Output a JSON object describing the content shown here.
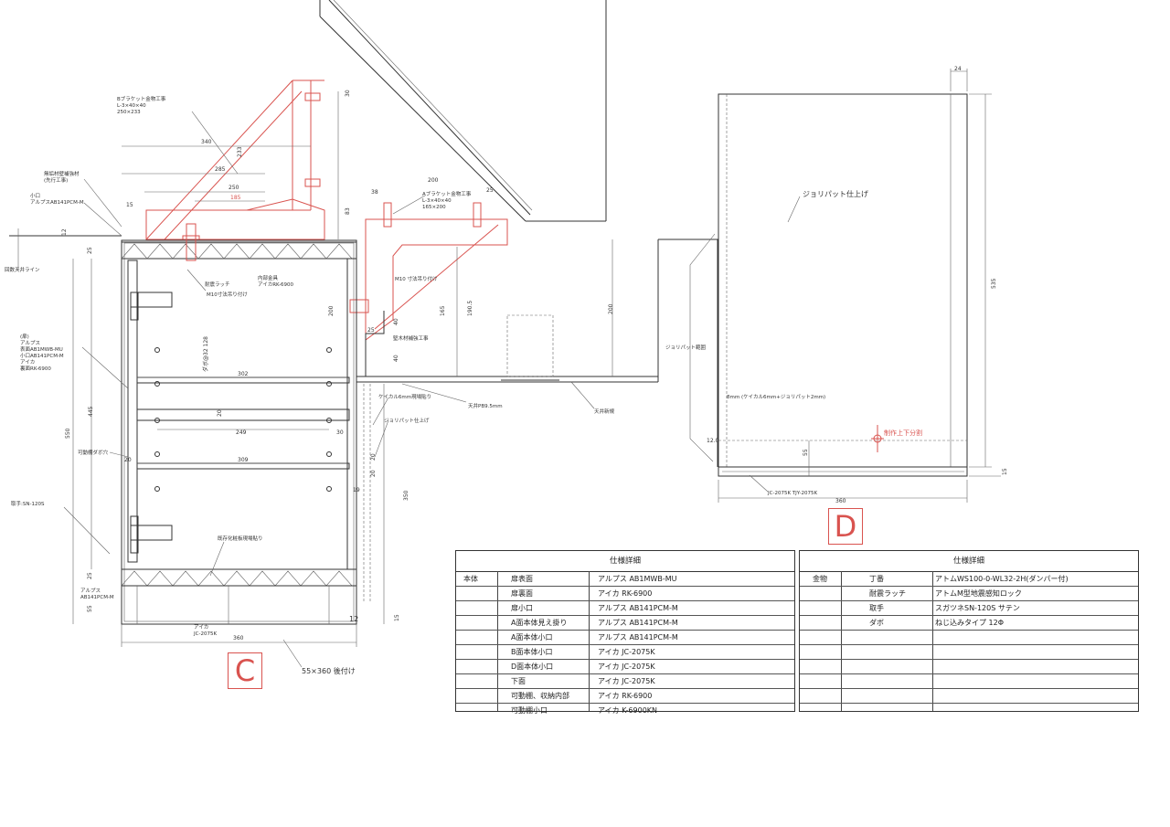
{
  "drawing_c": {
    "dims": {
      "d340": "340",
      "d285": "285",
      "d250": "250",
      "d185": "185",
      "d233": "233",
      "d30a": "30",
      "d83": "83",
      "d200a": "200",
      "d38": "38",
      "d25": "25",
      "d15": "15",
      "d12a": "12",
      "d25a": "25",
      "d200b": "200",
      "d165": "165",
      "d190": "190.5",
      "d40a": "40",
      "d40b": "40",
      "d25b": "25",
      "d200c": "200",
      "d302": "302",
      "d20a": "20",
      "d249": "249",
      "d30b": "30",
      "d309": "309",
      "d20b": "20",
      "d20c": "20",
      "d19": "19",
      "d20d": "20",
      "d550": "550",
      "d445": "445",
      "d350": "350",
      "d25c": "25",
      "d55": "55",
      "d12b": "12",
      "d15b": "15",
      "d360": "360",
      "d128": "ダボ@32 128"
    },
    "labels": {
      "bracket_b": [
        "Bブラケット金物工事",
        "L-3×40×40",
        "250×233"
      ],
      "bracket_a": [
        "Aブラケット金物工事",
        "L-3×40×40",
        "165×200"
      ],
      "no_base": [
        "無垢材壁補強材",
        "(先行工事)"
      ],
      "small_edge": [
        "小口",
        "アルプスAB141PCM-M"
      ],
      "ceiling_line": "回数天井ライン",
      "latch": "耐震ラッチ",
      "m10_a": "M10寸法吊り付け",
      "inner_panel": [
        "内部金具",
        "アイカRK-6900"
      ],
      "m10_b": "M10 寸法吊り付け",
      "door": [
        "(扉)",
        "アルプス",
        "表面AB1MWB-MU",
        "小口AB141PCM-M",
        "",
        "アイカ",
        "裏面RK-6900"
      ],
      "hardwood": "堅木材補強工事",
      "keikaru": "ケイカル6mm現場貼り",
      "jolypate_a": "ジョリパット仕上げ",
      "ceiling_pb": "天井PB9.5mm",
      "ceiling_new": "天井新規",
      "shelf_pin": "可動棚ダボ穴",
      "handle": "取手:SN-120S",
      "floor_panel": "既存化粧板現場貼り",
      "alps_bottom": [
        "アルプス",
        "AB141PCM-M"
      ],
      "aica_bottom": [
        "アイカ",
        "JC-2075K"
      ],
      "after_install": "55×360 後付け"
    },
    "view_label": "C"
  },
  "drawing_d": {
    "dims": {
      "d24": "24",
      "d535": "535",
      "d12": "12.0",
      "d55": "55",
      "d15": "15",
      "d360": "360"
    },
    "labels": {
      "jolypate": "ジョリパット仕上げ",
      "jolypate_range": "ジョリパット範囲",
      "mm8": "8mm (ケイカル6mm+ジョリパット2mm)",
      "split": "制作上下分割",
      "bottom_mat": "JC-2075K TJY-2075K"
    },
    "view_label": "D"
  },
  "spec_left": {
    "title": "仕様詳細",
    "rows": [
      [
        "本体",
        "扉表面",
        "アルプス AB1MWB-MU"
      ],
      [
        "",
        "扉裏面",
        "アイカ RK-6900"
      ],
      [
        "",
        "扉小口",
        "アルプス AB141PCM-M"
      ],
      [
        "",
        "A面本体見え掛り",
        "アルプス AB141PCM-M"
      ],
      [
        "",
        "A面本体小口",
        "アルプス AB141PCM-M"
      ],
      [
        "",
        "B面本体小口",
        "アイカ JC-2075K"
      ],
      [
        "",
        "D面本体小口",
        "アイカ JC-2075K"
      ],
      [
        "",
        "下面",
        "アイカ JC-2075K"
      ],
      [
        "",
        "可動棚、収納内部",
        "アイカ RK-6900"
      ],
      [
        "",
        "可動棚小口",
        "アイカ K-6900KN"
      ]
    ]
  },
  "spec_right": {
    "title": "仕様詳細",
    "rows": [
      [
        "金物",
        "丁番",
        "アトムWS100-0-WL32-2H(ダンパー付)"
      ],
      [
        "",
        "耐震ラッチ",
        "アトムM型地震感知ロック"
      ],
      [
        "",
        "取手",
        "スガツネSN-120S サテン"
      ],
      [
        "",
        "ダボ",
        "ねじ込みタイプ 12Φ"
      ],
      [
        "",
        "",
        ""
      ],
      [
        "",
        "",
        ""
      ],
      [
        "",
        "",
        ""
      ],
      [
        "",
        "",
        ""
      ],
      [
        "",
        "",
        ""
      ],
      [
        "",
        "",
        ""
      ]
    ]
  },
  "colors": {
    "line": "#333333",
    "red": "#d9534f",
    "thin": "#666666"
  }
}
